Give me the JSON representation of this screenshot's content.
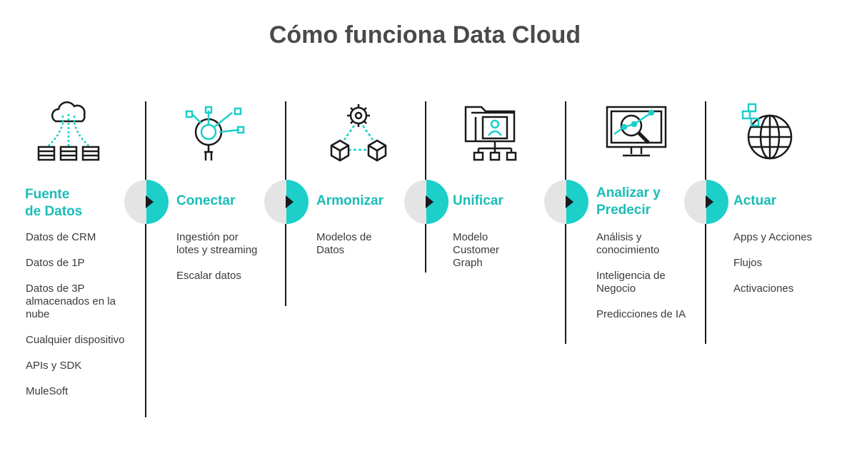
{
  "title": "Cómo funciona Data Cloud",
  "colors": {
    "accent": "#1ccfc9",
    "heading": "#19bdb6",
    "text": "#3a3a3a",
    "title": "#4a4a4a"
  },
  "steps": [
    {
      "icon": "cloud-servers-icon",
      "heading_lines": [
        "Fuente",
        "de Datos"
      ],
      "items": [
        "Datos de CRM",
        "Datos de 1P",
        "Datos de 3P almacenados en la nube",
        "Cualquier dispositivo",
        "APIs y SDK",
        "MuleSoft"
      ]
    },
    {
      "icon": "magnifier-network-icon",
      "heading_lines": [
        "Conectar"
      ],
      "items": [
        "Ingestión por lotes y streaming",
        "Escalar datos"
      ]
    },
    {
      "icon": "gear-cubes-icon",
      "heading_lines": [
        "Armonizar"
      ],
      "items": [
        "Modelos de Datos"
      ]
    },
    {
      "icon": "folder-profile-icon",
      "heading_lines": [
        "Unificar"
      ],
      "items": [
        "Modelo Customer Graph"
      ]
    },
    {
      "icon": "monitor-analytics-icon",
      "heading_lines": [
        "Analizar y",
        "Predecir"
      ],
      "items": [
        "Análisis y conocimiento",
        "Inteligencia de Negocio",
        "Predicciones de IA"
      ]
    },
    {
      "icon": "globe-network-icon",
      "heading_lines": [
        "Actuar"
      ],
      "items": [
        "Apps y Acciones",
        "Flujos",
        "Activaciones"
      ]
    }
  ]
}
